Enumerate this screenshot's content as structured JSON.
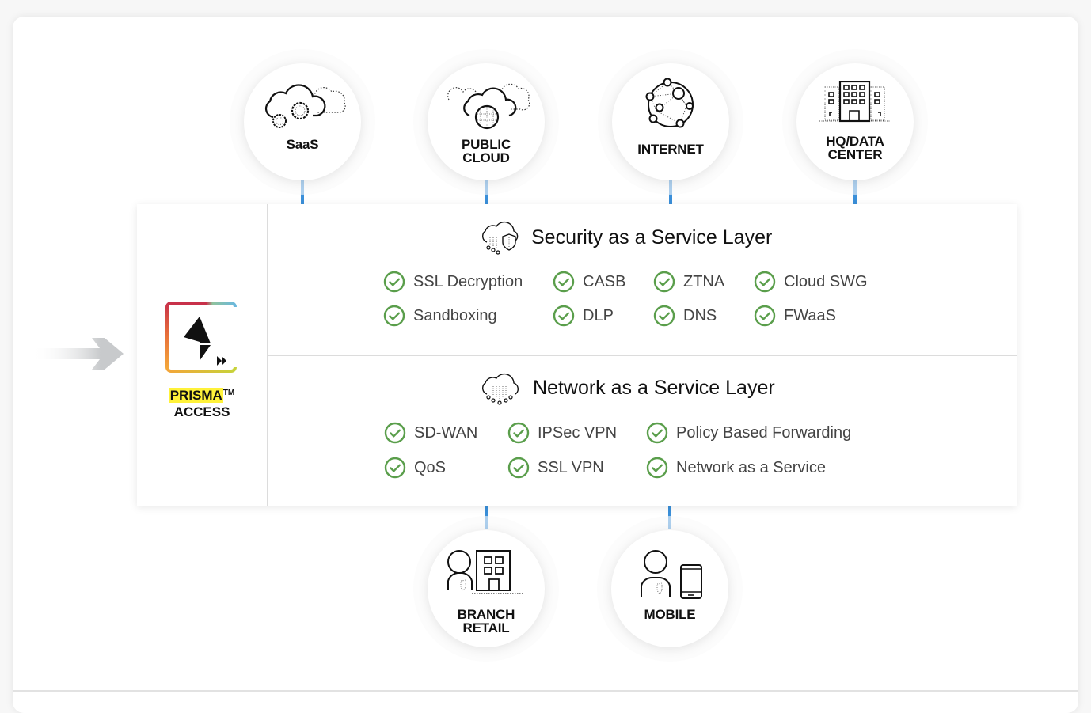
{
  "diagram": {
    "top_nodes": [
      {
        "id": "saas",
        "label": "SaaS",
        "icon": "saas-cloud-gears-icon"
      },
      {
        "id": "public-cloud",
        "label": "PUBLIC\nCLOUD",
        "icon": "public-cloud-globe-icon"
      },
      {
        "id": "internet",
        "label": "INTERNET",
        "icon": "internet-network-globe-icon"
      },
      {
        "id": "hq-data-center",
        "label": "HQ/DATA\nCENTER",
        "icon": "office-building-icon"
      }
    ],
    "bottom_nodes": [
      {
        "id": "branch-retail",
        "label": "BRANCH\nRETAIL",
        "icon": "person-building-icon"
      },
      {
        "id": "mobile",
        "label": "MOBILE",
        "icon": "person-phone-icon"
      }
    ],
    "product": {
      "name": "PRISMA",
      "trademark": "TM",
      "subtitle": "ACCESS",
      "highlight_color": "#fff23a"
    },
    "layers": [
      {
        "title": "Security as a Service Layer",
        "icon": "cloud-shield-icon",
        "features": [
          "SSL Decryption",
          "CASB",
          "ZTNA",
          "Cloud SWG",
          "Sandboxing",
          "DLP",
          "DNS",
          "FWaaS"
        ]
      },
      {
        "title": "Network as a Service Layer",
        "icon": "cloud-network-icon",
        "features": [
          "SD-WAN",
          "IPSec VPN",
          "Policy Based Forwarding",
          "QoS",
          "SSL VPN",
          "Network as a Service"
        ]
      }
    ],
    "colors": {
      "connector": "#3a8fd9",
      "check": "#5a9e4b",
      "arrow": "#c8cacc"
    }
  }
}
